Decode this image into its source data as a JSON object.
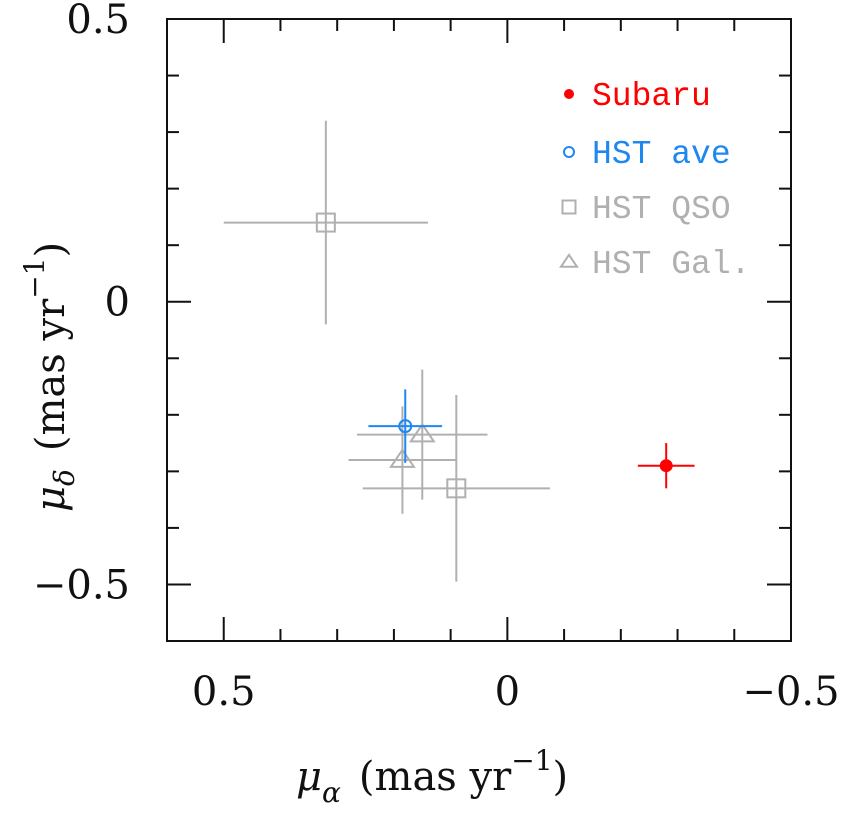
{
  "chart_data": {
    "type": "scatter",
    "title": "",
    "xlabel": "μ_α (mas yr^-1)",
    "ylabel": "μ_δ (mas yr^-1)",
    "xlim": [
      0.6,
      -0.5
    ],
    "ylim": [
      -0.6,
      0.5
    ],
    "x_inverted": true,
    "xticks_major": [
      0.5,
      0,
      -0.5
    ],
    "xtick_labels": [
      "0.5",
      "0",
      "−0.5"
    ],
    "yticks_major": [
      0.5,
      0,
      -0.5
    ],
    "ytick_labels": [
      "0.5",
      "0",
      "−0.5"
    ],
    "minor_tick_step": 0.1,
    "grid": false,
    "legend_position": "upper right",
    "series": [
      {
        "name": "Subaru",
        "marker": "filled-circle",
        "color": "#ff0000",
        "points": [
          {
            "x": -0.28,
            "y": -0.29,
            "xerr": 0.05,
            "yerr": 0.04
          }
        ]
      },
      {
        "name": "HST ave",
        "marker": "open-circle",
        "color": "#1e88f0",
        "points": [
          {
            "x": 0.18,
            "y": -0.22,
            "xerr": 0.065,
            "yerr": 0.065
          }
        ]
      },
      {
        "name": "HST QSO",
        "marker": "open-square",
        "color": "#b0b0b0",
        "points": [
          {
            "x": 0.32,
            "y": 0.14,
            "xerr": 0.18,
            "yerr": 0.18
          },
          {
            "x": 0.09,
            "y": -0.33,
            "xerr": 0.165,
            "yerr": 0.165
          }
        ]
      },
      {
        "name": "HST Gal.",
        "marker": "open-triangle",
        "color": "#b0b0b0",
        "points": [
          {
            "x": 0.15,
            "y": -0.235,
            "xerr": 0.115,
            "yerr": 0.115
          },
          {
            "x": 0.185,
            "y": -0.28,
            "xerr": 0.095,
            "yerr": 0.095
          }
        ]
      }
    ]
  },
  "axes": {
    "x_title_main": "μ",
    "x_title_sub": "α",
    "x_title_rest": "(mas yr",
    "x_title_sup": "−1",
    "x_title_close": ")",
    "y_title_main": "μ",
    "y_title_sub": "δ",
    "y_title_rest": "(mas yr",
    "y_title_sup": "−1",
    "y_title_close": ")"
  },
  "legend": {
    "items": [
      {
        "label": "Subaru",
        "color": "#ff0000",
        "marker": "filled-circle"
      },
      {
        "label": "HST ave",
        "color": "#1e88f0",
        "marker": "open-circle"
      },
      {
        "label": "HST QSO",
        "color": "#b0b0b0",
        "marker": "open-square"
      },
      {
        "label": "HST Gal.",
        "color": "#b0b0b0",
        "marker": "open-triangle"
      }
    ]
  }
}
